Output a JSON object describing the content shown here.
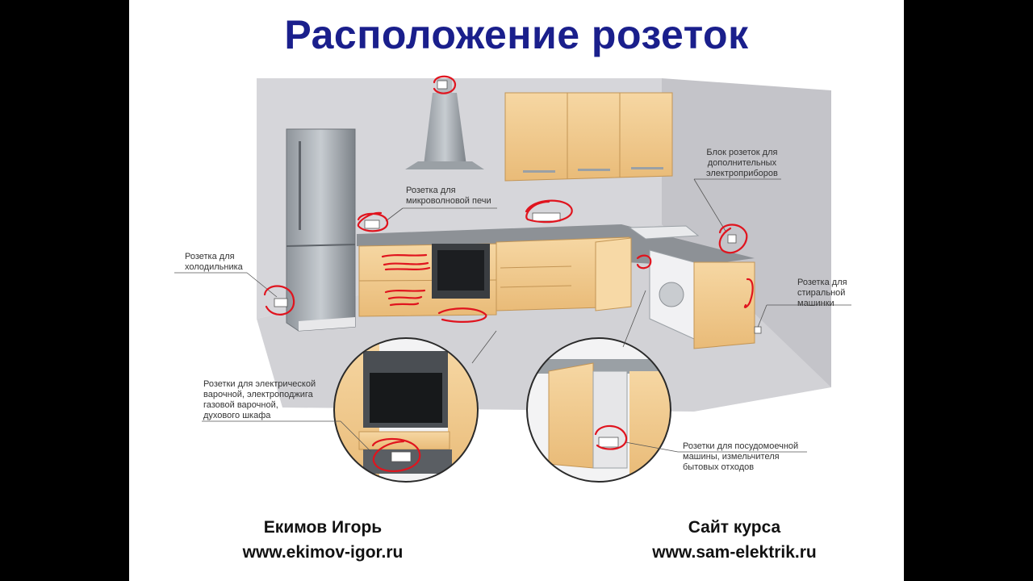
{
  "title": "Расположение розеток",
  "labels": {
    "microwave": [
      "Розетка для",
      "микроволновой печи"
    ],
    "extra_block": [
      "Блок розеток для",
      "дополнительных",
      "электроприборов"
    ],
    "fridge": [
      "Розетка для",
      "холодильника"
    ],
    "washer": [
      "Розетка для",
      "стиральной",
      "машинки"
    ],
    "hob": [
      "Розетки для электрической",
      "варочной, электроподжига",
      "газовой варочной,",
      "духового шкафа"
    ],
    "dishwasher": [
      "Розетки для посудомоечной",
      "машины, измельчителя",
      "бытовых отходов"
    ]
  },
  "footer": {
    "author_name": "Екимов Игорь",
    "author_site": "www.ekimov-igor.ru",
    "course_label": "Сайт курса",
    "course_site": "www.sam-elektrik.ru"
  },
  "colors": {
    "title": "#1a1f8c",
    "marker": "#e0141e",
    "cabinet": "#f2c98c",
    "wall": "#d9d9dd"
  }
}
